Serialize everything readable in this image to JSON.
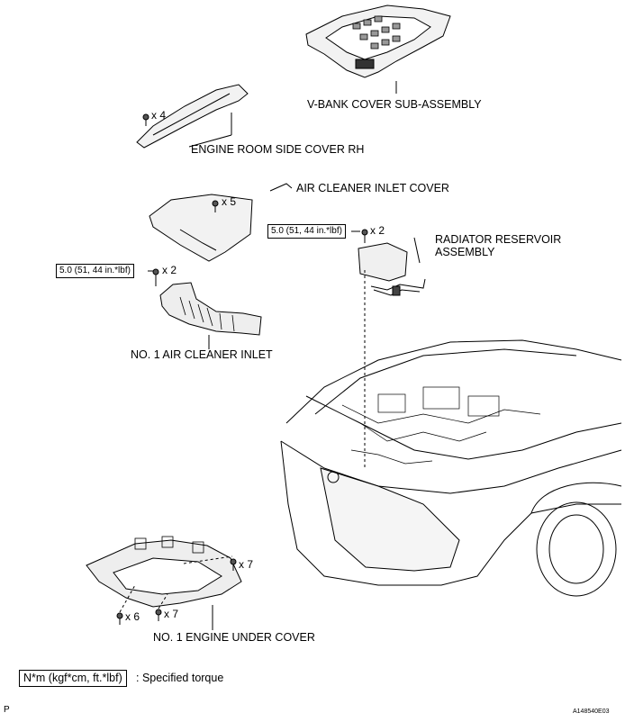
{
  "labels": {
    "v_bank_cover": "V-BANK COVER SUB-ASSEMBLY",
    "engine_room_side_cover": "ENGINE ROOM SIDE COVER RH",
    "air_cleaner_inlet_cover": "AIR CLEANER INLET COVER",
    "radiator_reservoir_line1": "RADIATOR RESERVOIR",
    "radiator_reservoir_line2": "ASSEMBLY",
    "no1_air_cleaner_inlet": "NO. 1 AIR CLEANER INLET",
    "no1_engine_under_cover": "NO. 1 ENGINE UNDER COVER"
  },
  "quantities": {
    "side_cover_bolts": "x 4",
    "inlet_cover_bolts": "x 5",
    "reservoir_bolts": "x 2",
    "air_inlet_bolts": "x 2",
    "under_cover_bolts_right": "x 7",
    "under_cover_bolts_left": "x 6",
    "under_cover_bolts_mid": "x 7"
  },
  "torques": {
    "reservoir": "5.0 (51, 44 in.*lbf)",
    "air_inlet": "5.0 (51, 44 in.*lbf)"
  },
  "legend": {
    "unit_box": "N*m (kgf*cm, ft.*lbf)",
    "description": ": Specified torque"
  },
  "footer": {
    "page_marker": "P",
    "figure_id": "A148540E03"
  }
}
